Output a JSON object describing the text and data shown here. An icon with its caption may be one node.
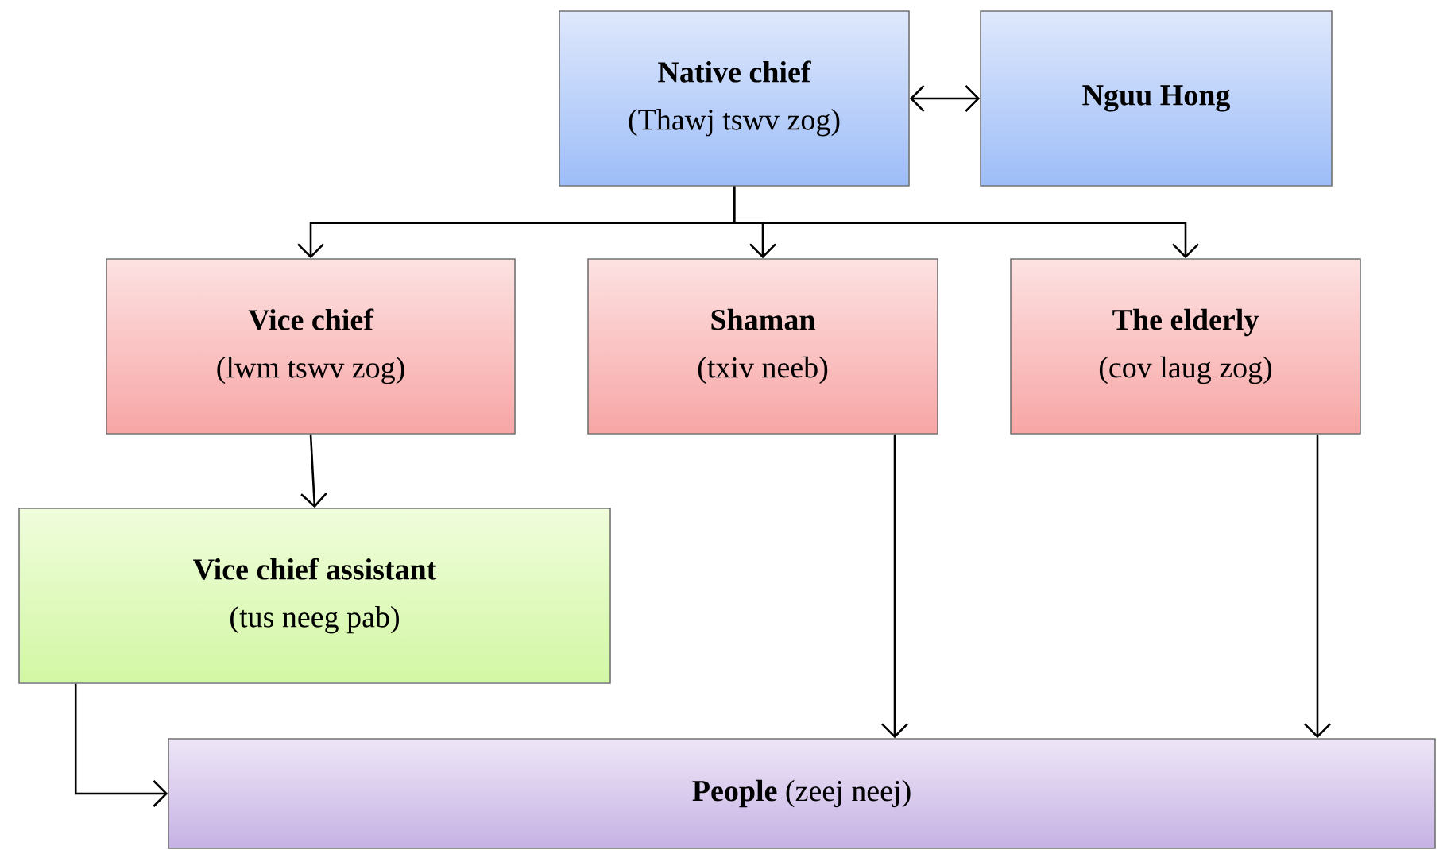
{
  "diagram": {
    "nodes": [
      {
        "text": [
          "Native chief",
          "(Thawj tswv zog)"
        ]
      },
      {
        "text": [
          "Nguu Hong"
        ]
      },
      {
        "text": [
          "Vice chief",
          "(lwm tswv zog)"
        ]
      },
      {
        "text": [
          "Shaman",
          "(txiv neeb)"
        ]
      },
      {
        "text": [
          "The elderly",
          "(cov laug zog)"
        ]
      },
      {
        "text": [
          "Vice chief assistant",
          "(tus neeg pab)"
        ]
      },
      {
        "text": [
          "**People** (zeej neej)"
        ]
      }
    ],
    "edges": [
      {
        "from": 0,
        "to": 1,
        "arrow": "both"
      },
      {
        "from": 0,
        "to": 2,
        "arrow": "to"
      },
      {
        "from": 0,
        "to": 3,
        "arrow": "to"
      },
      {
        "from": 0,
        "to": 4,
        "arrow": "to"
      },
      {
        "from": 2,
        "to": 5,
        "arrow": "to"
      },
      {
        "from": 5,
        "to": 6,
        "arrow": "to"
      },
      {
        "from": 3,
        "to": 6,
        "arrow": "to"
      },
      {
        "from": 4,
        "to": 6,
        "arrow": "to"
      }
    ]
  }
}
